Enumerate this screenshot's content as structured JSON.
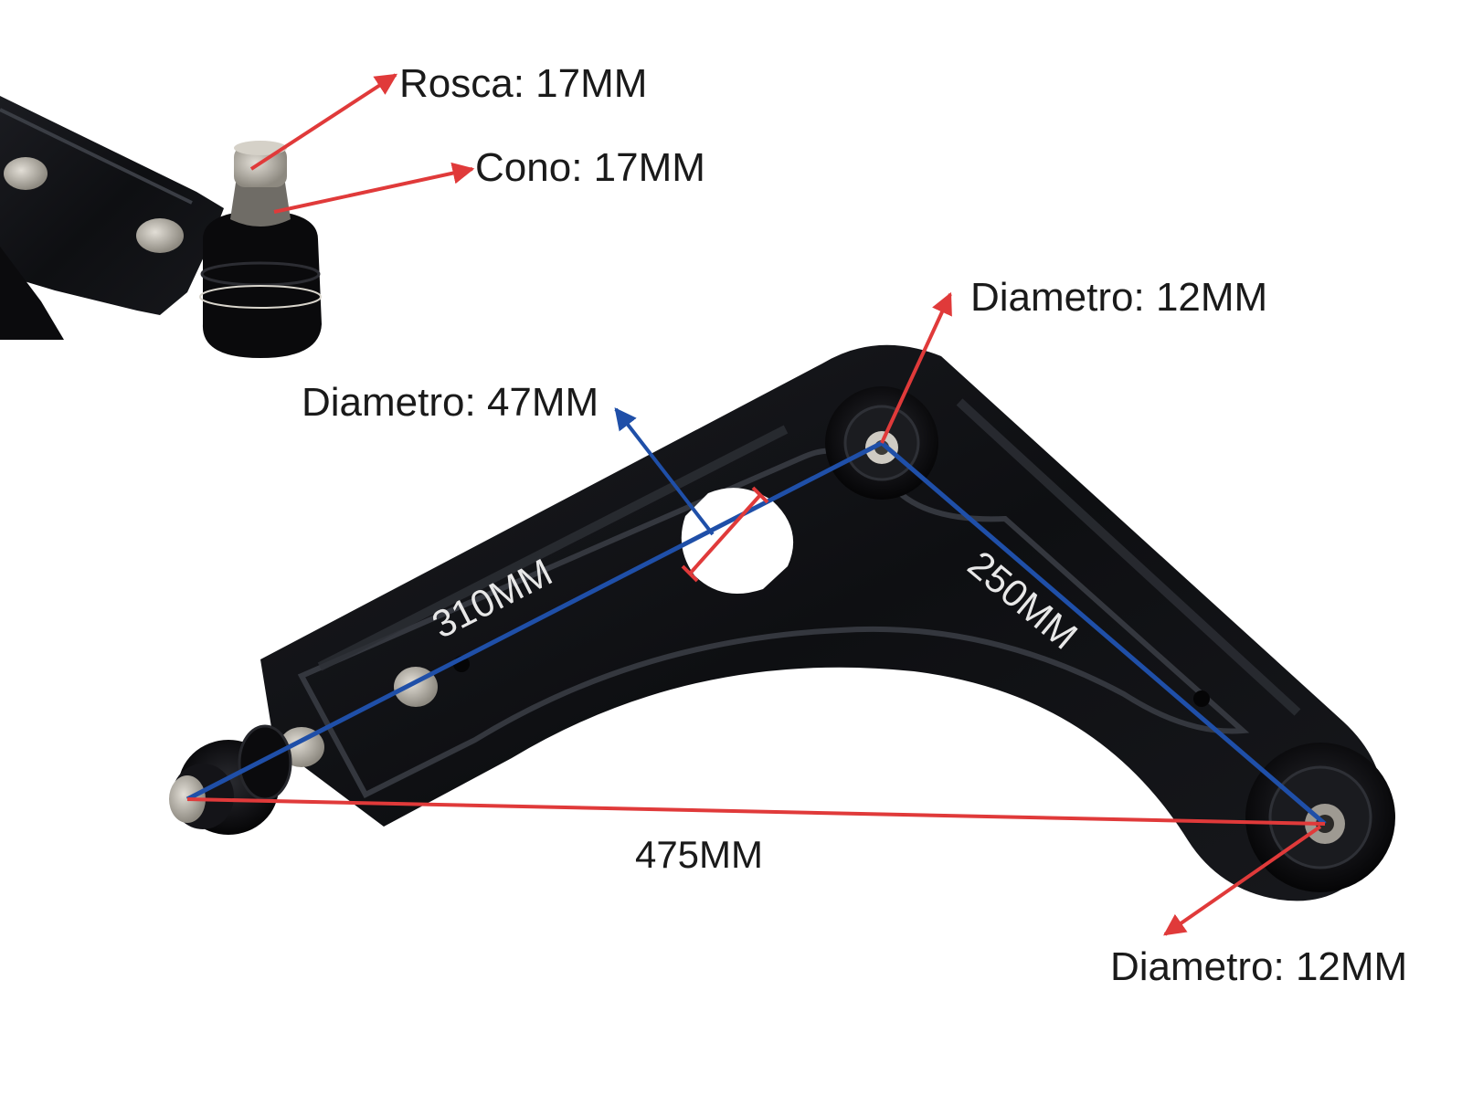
{
  "colors": {
    "background": "#ffffff",
    "arm_body": "#111216",
    "arm_highlight": "#3a3d44",
    "bushing": "#0c0c0e",
    "metal": "#b8b4ac",
    "annotation_red": "#e03a3a",
    "annotation_blue": "#1f4fa8",
    "label_text": "#1a1a1a",
    "dimension_text_light": "#e8e8e8"
  },
  "icons": {
    "arrow": "arrowhead-icon",
    "tick": "tick-mark-icon"
  },
  "labels": {
    "rosca": "Rosca: 17MM",
    "cono": "Cono: 17MM",
    "diametro_top_bushing": "Diametro: 12MM",
    "diametro_hole": "Diametro: 47MM",
    "diametro_rear_bushing": "Diametro: 12MM"
  },
  "dimensions": {
    "ball_joint_to_front_bushing": "310MM",
    "front_to_rear_bushing": "250MM",
    "ball_joint_to_rear_bushing": "475MM"
  }
}
